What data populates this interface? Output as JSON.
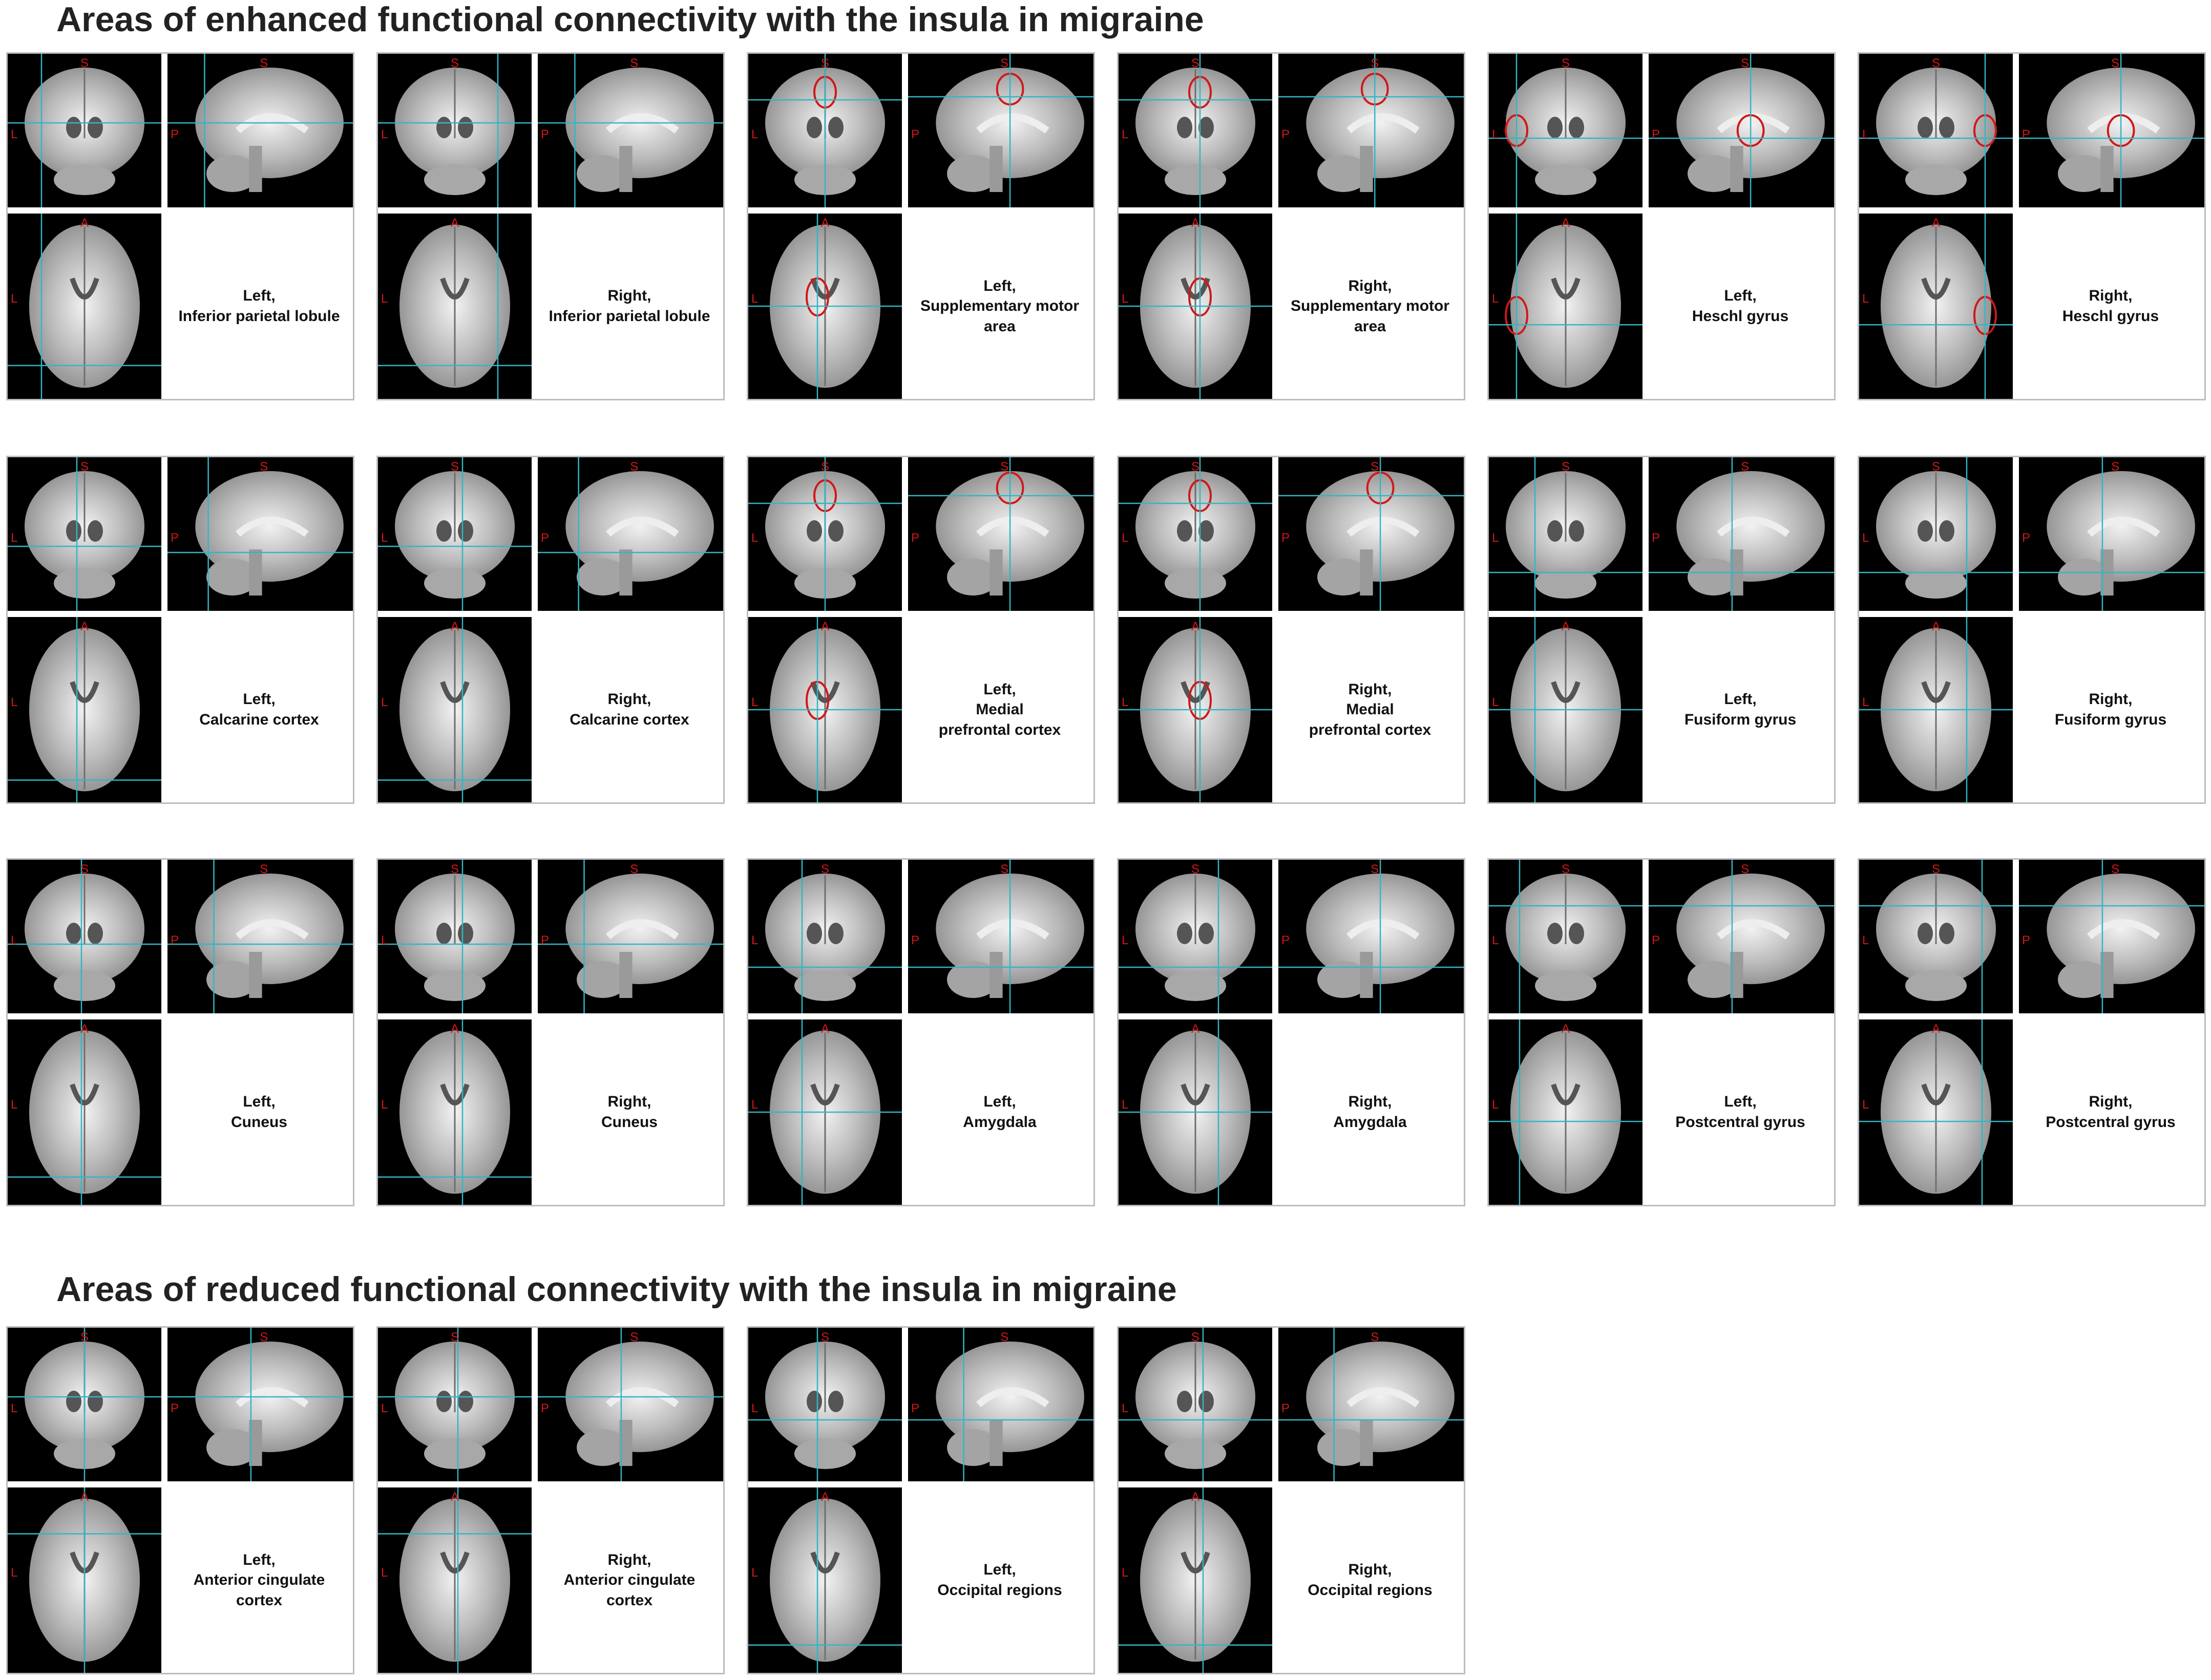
{
  "view_markers": {
    "coronal_top": "S",
    "sagittal_top": "S",
    "axial_top": "A",
    "coronal_side": "L",
    "sagittal_side": "P",
    "axial_side": "L"
  },
  "colors": {
    "crosshair": "#31b7c4",
    "roi_outline": "#d01818",
    "marker": "#d01818",
    "view_background": "#000000",
    "panel_border": "#bdbdbd"
  },
  "sections": [
    {
      "title": "Areas of enhanced functional connectivity with the insula in migraine",
      "panels": [
        {
          "side": "Left,",
          "region": [
            "Inferior parietal lobule"
          ],
          "roi": false
        },
        {
          "side": "Right,",
          "region": [
            "Inferior parietal lobule"
          ],
          "roi": false
        },
        {
          "side": "Left,",
          "region": [
            "Supplementary motor",
            "area"
          ],
          "roi": true
        },
        {
          "side": "Right,",
          "region": [
            "Supplementary motor",
            "area"
          ],
          "roi": true
        },
        {
          "side": "Left,",
          "region": [
            "Heschl gyrus"
          ],
          "roi": true
        },
        {
          "side": "Right,",
          "region": [
            "Heschl gyrus"
          ],
          "roi": true
        },
        {
          "side": "Left,",
          "region": [
            "Calcarine cortex"
          ],
          "roi": false
        },
        {
          "side": "Right,",
          "region": [
            "Calcarine cortex"
          ],
          "roi": false
        },
        {
          "side": "Left,",
          "region": [
            "Medial",
            "prefrontal cortex"
          ],
          "roi": true
        },
        {
          "side": "Right,",
          "region": [
            "Medial",
            "prefrontal cortex"
          ],
          "roi": true
        },
        {
          "side": "Left,",
          "region": [
            "Fusiform gyrus"
          ],
          "roi": false
        },
        {
          "side": "Right,",
          "region": [
            "Fusiform gyrus"
          ],
          "roi": false
        },
        {
          "side": "Left,",
          "region": [
            "Cuneus"
          ],
          "roi": false
        },
        {
          "side": "Right,",
          "region": [
            "Cuneus"
          ],
          "roi": false
        },
        {
          "side": "Left,",
          "region": [
            "Amygdala"
          ],
          "roi": false
        },
        {
          "side": "Right,",
          "region": [
            "Amygdala"
          ],
          "roi": false
        },
        {
          "side": "Left,",
          "region": [
            "Postcentral gyrus"
          ],
          "roi": false
        },
        {
          "side": "Right,",
          "region": [
            "Postcentral gyrus"
          ],
          "roi": false
        }
      ]
    },
    {
      "title": "Areas of reduced functional connectivity with the insula in migraine",
      "panels": [
        {
          "side": "Left,",
          "region": [
            "Anterior cingulate",
            "cortex"
          ],
          "roi": false
        },
        {
          "side": "Right,",
          "region": [
            "Anterior cingulate",
            "cortex"
          ],
          "roi": false
        },
        {
          "side": "Left,",
          "region": [
            "Occipital regions"
          ],
          "roi": false
        },
        {
          "side": "Right,",
          "region": [
            "Occipital regions"
          ],
          "roi": false
        }
      ]
    }
  ]
}
